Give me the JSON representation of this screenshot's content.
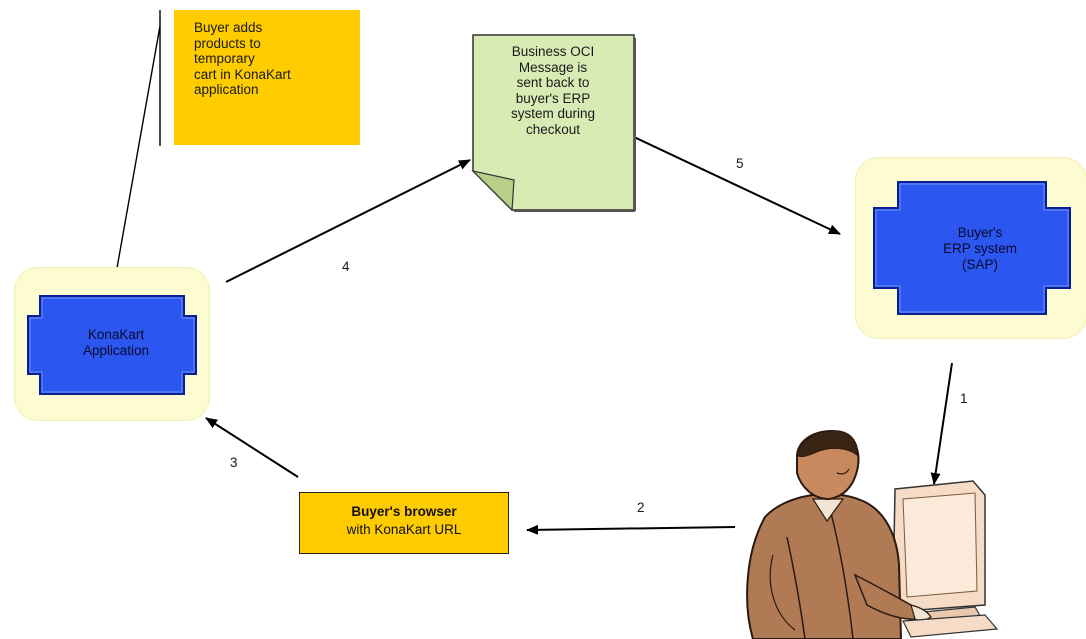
{
  "note": {
    "text": "Buyer adds\nproducts to\ntemporary\ncart in KonaKart\napplication"
  },
  "document": {
    "text": "Business OCI\nMessage is\nsent back to\nbuyer's ERP\nsystem during\ncheckout"
  },
  "components": {
    "konakart": "KonaKart\nApplication",
    "erp": "Buyer's\nERP system\n(SAP)"
  },
  "browser": {
    "title": "Buyer's browser",
    "subtitle": "with KonaKart URL"
  },
  "steps": {
    "s1": "1",
    "s2": "2",
    "s3": "3",
    "s4": "4",
    "s5": "5"
  },
  "colors": {
    "note_fill": "#ffcc00",
    "document_fill": "#d8ebb5",
    "container_fill": "#fdfbd2",
    "component_fill": "#2b56f0"
  }
}
